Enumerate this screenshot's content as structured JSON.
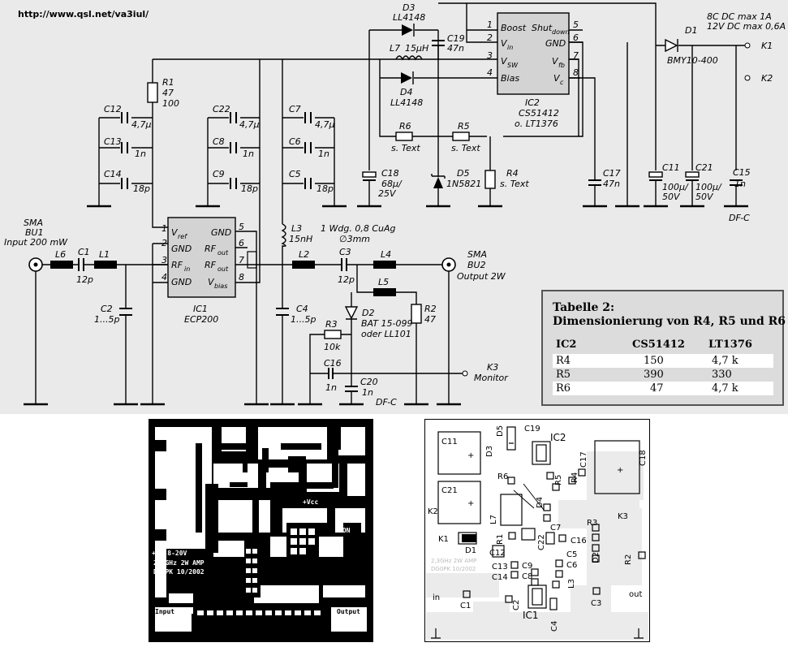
{
  "url": "http://www.qsl.net/va3iul/",
  "schematic": {
    "power": {
      "l1": "8C DC max 1A",
      "l2": "12V DC max 0,6A",
      "d1": "D1",
      "d1_type": "BMY10-400",
      "k1": "K1",
      "k2": "K2"
    },
    "ic2": {
      "name": "IC2",
      "type": "CS51412",
      "alt": "o. LT1376",
      "pins": {
        "p1": "1",
        "p2": "2",
        "p3": "3",
        "p4": "4",
        "p5": "5",
        "p6": "6",
        "p7": "7",
        "p8": "8"
      },
      "labels": {
        "boost": "Boost",
        "shutdown": "Shut",
        "shutdown_sub": "down",
        "vin": "V",
        "vin_sub": "in",
        "vsw": "V",
        "vsw_sub": "SW",
        "bias": "Bias",
        "gnd": "GND",
        "vfb": "V",
        "vfb_sub": "fb",
        "vc": "V",
        "vc_sub": "c"
      }
    },
    "ic1": {
      "name": "IC1",
      "type": "ECP200",
      "pins": {
        "p1": "1",
        "p2": "2",
        "p3": "3",
        "p4": "4",
        "p5": "5",
        "p6": "6",
        "p7": "7",
        "p8": "8"
      },
      "labels": {
        "vref": "V",
        "vref_sub": "ref",
        "gnd1": "GND",
        "rfin": "RF",
        "rfin_sub": "in",
        "gnd2": "GND",
        "gnd3": "GND",
        "rfout1": "RF",
        "rfout1_sub": "out",
        "rfout2": "RF",
        "rfout2_sub": "out",
        "vbias": "V",
        "vbias_sub": "bias"
      }
    },
    "parts": {
      "d3": "D3",
      "d3v": "LL4148",
      "d4": "D4",
      "d4v": "LL4148",
      "l7": "L7",
      "l7v": "15µH",
      "c19": "C19",
      "c19v": "47n",
      "r6": "R6",
      "r6v": "s. Text",
      "r5": "R5",
      "r5v": "s. Text",
      "r4": "R4",
      "r4v": "s. Text",
      "d5": "D5",
      "d5v": "1N5821",
      "c18": "C18",
      "c18v": "68µ/",
      "c18v2": "25V",
      "c17": "C17",
      "c17v": "47n",
      "c11": "C11",
      "c11v": "100µ/",
      "c11v2": "50V",
      "c21": "C21",
      "c21v": "100µ/",
      "c21v2": "50V",
      "c15": "C15",
      "c15v": "1n",
      "dfc1": "DF-C",
      "r1": "R1",
      "r1v": "47",
      "r1v2": "100",
      "c12": "C12",
      "c12v": "4,7µ",
      "c13": "C13",
      "c13v": "1n",
      "c14": "C14",
      "c14v": "18p",
      "c22": "C22",
      "c22v": "4,7µ",
      "c8": "C8",
      "c8v": "1n",
      "c9": "C9",
      "c9v": "18p",
      "c7": "C7",
      "c7v": "4,7µ",
      "c6": "C6",
      "c6v": "1n",
      "c5": "C5",
      "c5v": "18p",
      "l3": "L3",
      "l3v": "15nH",
      "l3n1": "1 Wdg. 0,8 CuAg",
      "l3n2": "∅3mm",
      "sma1": "SMA",
      "bu1": "BU1",
      "bu1v": "Input 200 mW",
      "l6": "L6",
      "c1": "C1",
      "c1v": "12p",
      "l1": "L1",
      "c2": "C2",
      "c2v": "1...5p",
      "l2": "L2",
      "c3": "C3",
      "c3v": "12p",
      "l4": "L4",
      "sma2": "SMA",
      "bu2": "BU2",
      "bu2v": "Output 2W",
      "c4": "C4",
      "c4v": "1...5p",
      "l5": "L5",
      "d2": "D2",
      "d2v": "BAT 15-099",
      "d2v2": "oder LL101",
      "r2": "R2",
      "r2v": "47",
      "r3": "R3",
      "r3v": "10k",
      "c16": "C16",
      "c16v": "1n",
      "c20": "C20",
      "c20v": "1n",
      "dfc2": "DF-C",
      "k3": "K3",
      "k3v": "Monitor"
    }
  },
  "table": {
    "title1": "Tabelle 2:",
    "title2": "Dimensionierung von R4, R5 und R6",
    "header": [
      "IC2",
      "CS51412",
      "LT1376"
    ],
    "rows": [
      [
        "R4",
        "150",
        "4,7 k"
      ],
      [
        "R5",
        "390",
        "330"
      ],
      [
        "R6",
        "47",
        "4,7 k"
      ]
    ]
  },
  "pcb_copper": {
    "vcc": "+Vcc",
    "mon": "MON",
    "ub": "+Ub 8-20V",
    "line1": "2,3GHz 2W AMP",
    "line2": "DG0PK 10/2002",
    "input": "Input",
    "output": "Output"
  },
  "pcb_silk": {
    "c11": "C11",
    "c21": "C21",
    "c18": "C18",
    "d5": "D5",
    "d3": "D3",
    "c19": "C19",
    "ic2": "IC2",
    "r6": "R6",
    "r5": "R5",
    "r4": "R4",
    "c17": "C17",
    "d4": "D4",
    "l7": "L7",
    "k2": "K2",
    "k1": "K1",
    "d1": "D1",
    "r1": "R1",
    "c22": "C22",
    "c7": "C7",
    "c16": "C16",
    "r3": "R3",
    "k3": "K3",
    "c12": "C12",
    "c5": "C5",
    "c6": "C6",
    "d2": "D2",
    "r2": "R2",
    "c13": "C13",
    "c9": "C9",
    "c14": "C14",
    "c8": "C8",
    "l3": "L3",
    "in": "in",
    "out": "out",
    "c1": "C1",
    "c2": "C2",
    "c3": "C3",
    "ic1": "IC1",
    "c4": "C4",
    "plus": "+",
    "line1": "2,3GHz 2W AMP",
    "line2": "DG0PK 10/2002"
  }
}
